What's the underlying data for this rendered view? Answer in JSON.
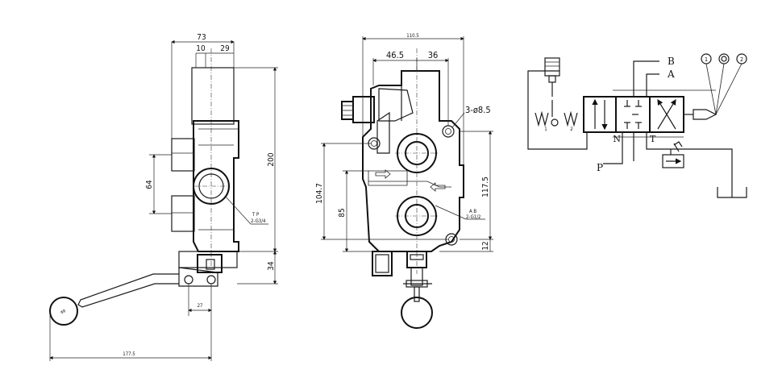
{
  "side_view": {
    "dims": {
      "width_total": "73",
      "offset_a": "10",
      "offset_b": "29",
      "height_total": "200",
      "port_spacing": "64",
      "bottom": "34",
      "pin_spacing": "27",
      "lever_length": "177.5"
    },
    "port_note_line1": "T  P",
    "port_note_line2": "2-G3/4",
    "ball_label": "Φ8"
  },
  "front_view": {
    "dims": {
      "width_total": "110.5",
      "top_a": "46.5",
      "top_b": "36",
      "holes": "3-ø8.5",
      "height_left": "104.7",
      "height_mid": "85",
      "height_right": "117.5",
      "bottom_right": "12"
    },
    "port_note_line1": "A  B",
    "port_note_line2": "2-G1/2"
  },
  "schematic": {
    "label_b": "B",
    "label_a": "A",
    "label_n": "N",
    "label_t": "T",
    "label_p": "P",
    "pos1": "1",
    "pos0": "0",
    "pos2": "2",
    "spring1": "1",
    "spring2": "2"
  }
}
